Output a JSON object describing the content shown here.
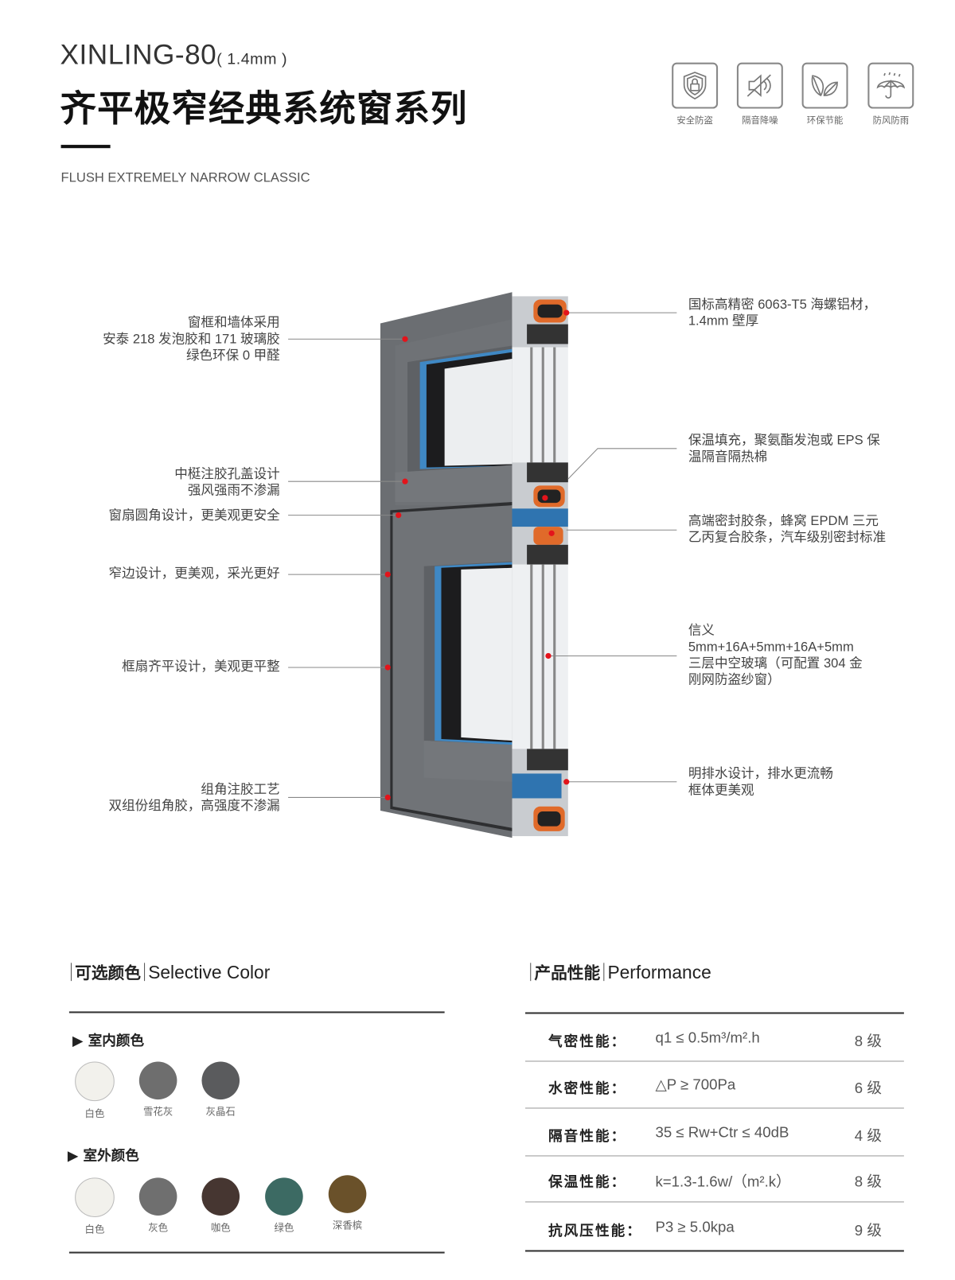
{
  "header": {
    "model": "XINLING-80",
    "thickness": "( 1.4mm )",
    "title": "齐平极窄经典系统窗系列",
    "subtitle": "FLUSH EXTREMELY NARROW CLASSIC"
  },
  "features": [
    {
      "icon": "shield-lock-icon",
      "label": "安全防盗"
    },
    {
      "icon": "mute-icon",
      "label": "隔音降噪"
    },
    {
      "icon": "leaf-icon",
      "label": "环保节能"
    },
    {
      "icon": "umbrella-icon",
      "label": "防风防雨"
    }
  ],
  "annotations_left": [
    {
      "lines": [
        "窗框和墙体采用",
        "安泰 218 发泡胶和 171 玻璃胶",
        "绿色环保 0 甲醛"
      ]
    },
    {
      "lines": [
        "中梃注胶孔盖设计",
        "强风强雨不渗漏"
      ]
    },
    {
      "lines": [
        "窗扇圆角设计，更美观更安全"
      ]
    },
    {
      "lines": [
        "窄边设计，更美观，采光更好"
      ]
    },
    {
      "lines": [
        "框扇齐平设计，美观更平整"
      ]
    },
    {
      "lines": [
        "组角注胶工艺",
        "双组份组角胶，高强度不渗漏"
      ]
    }
  ],
  "annotations_right": [
    {
      "lines": [
        "国标高精密 6063-T5 海螺铝材，",
        "1.4mm 壁厚"
      ]
    },
    {
      "lines": [
        "保温填充，聚氨酯发泡或 EPS 保",
        "温隔音隔热棉"
      ]
    },
    {
      "lines": [
        "高端密封胶条，蜂窝 EPDM 三元",
        "乙丙复合胶条，汽车级别密封标准"
      ]
    },
    {
      "lines": [
        "信义",
        "5mm+16A+5mm+16A+5mm",
        "三层中空玻璃（可配置 304 金",
        "刚网防盗纱窗）"
      ]
    },
    {
      "lines": [
        "明排水设计，排水更流畅",
        "框体更美观"
      ]
    }
  ],
  "colors_section": {
    "title_cn": "可选颜色",
    "title_en": "Selective Color",
    "indoor": {
      "label": "室内颜色",
      "swatches": [
        {
          "name": "白色",
          "color": "#f2f1ec"
        },
        {
          "name": "雪花灰",
          "color": "#6e6e6e"
        },
        {
          "name": "灰晶石",
          "color": "#5a5b5d"
        }
      ]
    },
    "outdoor": {
      "label": "室外颜色",
      "swatches": [
        {
          "name": "白色",
          "color": "#f2f1ec"
        },
        {
          "name": "灰色",
          "color": "#6f6f6f"
        },
        {
          "name": "咖色",
          "color": "#463631"
        },
        {
          "name": "绿色",
          "color": "#3c6a63"
        },
        {
          "name": "深香槟",
          "color": "#6a512a"
        }
      ]
    }
  },
  "performance": {
    "title_cn": "产品性能",
    "title_en": "Performance",
    "rows": [
      {
        "name": "气密性能：",
        "value": "q1 ≤ 0.5m³/m².h",
        "grade": "8 级"
      },
      {
        "name": "水密性能：",
        "value": "△P ≥ 700Pa",
        "grade": "6 级"
      },
      {
        "name": "隔音性能：",
        "value": "35 ≤ Rw+Ctr ≤ 40dB",
        "grade": "4 级"
      },
      {
        "name": "保温性能：",
        "value": "k=1.3-1.6w/（m².k）",
        "grade": "8 级"
      },
      {
        "name": "抗风压性能：",
        "value": "P3 ≥ 5.0kpa",
        "grade": "9 级"
      }
    ]
  }
}
